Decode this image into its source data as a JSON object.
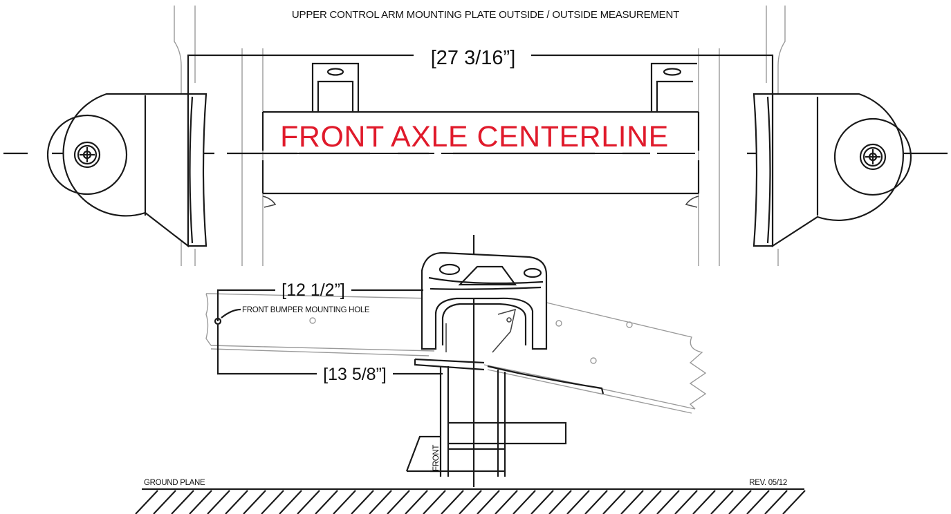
{
  "diagram": {
    "title": "UPPER CONTROL ARM MOUNTING PLATE OUTSIDE / OUTSIDE MEASUREMENT",
    "axle_label": "FRONT AXLE CENTERLINE",
    "dim_upper_width": "[27 3/16”]",
    "dim_bumper_hole_upper": "[12 1/2”]",
    "dim_bumper_hole_lower": "[13 5/8”]",
    "bumper_hole_label": "FRONT BUMPER MOUNTING HOLE",
    "front_label": "FRONT",
    "ground_label": "GROUND PLANE",
    "revision": "REV. 05/12",
    "colors": {
      "accent": "#e01a2b",
      "line": "#1a1a1a",
      "light_line": "#9a9a9a"
    }
  }
}
